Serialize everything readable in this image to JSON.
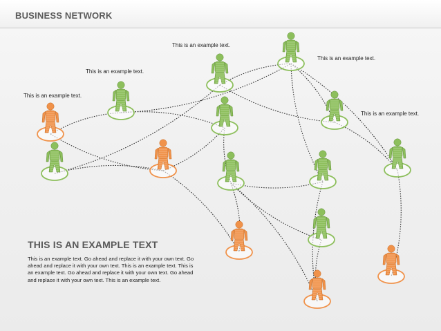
{
  "header": {
    "title": "BUSINESS NETWORK"
  },
  "labels": [
    "This is an example text.",
    "This is an example text.",
    "This is an example text.",
    "This is an example text.",
    "This is an example text."
  ],
  "content": {
    "heading": "THIS IS AN EXAMPLE TEXT",
    "body": "This is an example text. Go ahead and replace it with your own text. Go ahead and replace it with your own text. This is an example text. This is an example text. Go ahead and replace it with your own text. Go ahead and replace it with your own text. This is an example text."
  },
  "colors": {
    "green": "#8dbf5c",
    "green_dark": "#5e8f35",
    "orange": "#f0924a",
    "orange_dark": "#c76a22",
    "connector": "#333333"
  },
  "network": {
    "nodes": [
      {
        "id": "a",
        "color": "orange"
      },
      {
        "id": "b",
        "color": "green"
      },
      {
        "id": "c",
        "color": "green"
      },
      {
        "id": "d",
        "color": "orange"
      },
      {
        "id": "e",
        "color": "green"
      },
      {
        "id": "f",
        "color": "green"
      },
      {
        "id": "g",
        "color": "green"
      },
      {
        "id": "h",
        "color": "green"
      },
      {
        "id": "i",
        "color": "green"
      },
      {
        "id": "j",
        "color": "green"
      },
      {
        "id": "k",
        "color": "green"
      },
      {
        "id": "l",
        "color": "orange"
      },
      {
        "id": "m",
        "color": "green"
      },
      {
        "id": "n",
        "color": "orange"
      },
      {
        "id": "o",
        "color": "orange"
      }
    ],
    "links": [
      [
        "a",
        "c"
      ],
      [
        "a",
        "d"
      ],
      [
        "b",
        "d"
      ],
      [
        "b",
        "e"
      ],
      [
        "c",
        "f"
      ],
      [
        "c",
        "g"
      ],
      [
        "d",
        "l"
      ],
      [
        "d",
        "f"
      ],
      [
        "e",
        "g"
      ],
      [
        "e",
        "h"
      ],
      [
        "g",
        "h"
      ],
      [
        "g",
        "j"
      ],
      [
        "g",
        "k"
      ],
      [
        "f",
        "i"
      ],
      [
        "i",
        "l"
      ],
      [
        "i",
        "m"
      ],
      [
        "i",
        "n"
      ],
      [
        "i",
        "j"
      ],
      [
        "h",
        "k"
      ],
      [
        "j",
        "n"
      ],
      [
        "k",
        "o"
      ],
      [
        "m",
        "n"
      ]
    ]
  }
}
